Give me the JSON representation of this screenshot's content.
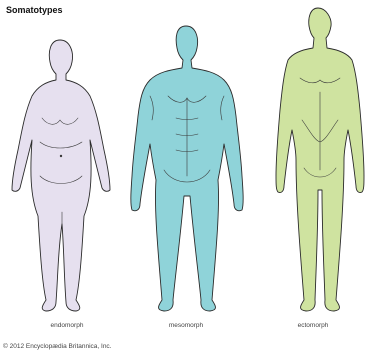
{
  "title": "Somatotypes",
  "figures": [
    {
      "label": "endomorph",
      "color": "#e6e0ef"
    },
    {
      "label": "mesomorph",
      "color": "#8fd3d9"
    },
    {
      "label": "ectomorph",
      "color": "#cfe3a0"
    }
  ],
  "copyright": "© 2012 Encyclopædia Britannica, Inc."
}
